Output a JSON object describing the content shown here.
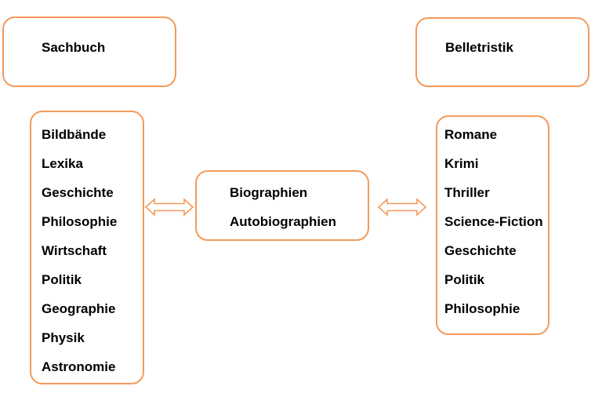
{
  "colors": {
    "border": "#f39a5b",
    "text": "#000000",
    "background": "#ffffff"
  },
  "sachbuch": {
    "title": "Sachbuch",
    "items": [
      "Bildbände",
      "Lexika",
      "Geschichte",
      "Philosophie",
      "Wirtschaft",
      "Politik",
      "Geographie",
      "Physik",
      "Astronomie"
    ]
  },
  "belletristik": {
    "title": "Belletristik",
    "items": [
      "Romane",
      "Krimi",
      "Thriller",
      "Science-Fiction",
      "Geschichte",
      "Politik",
      "Philosophie"
    ]
  },
  "center": {
    "items": [
      "Biographien",
      "Autobiographien"
    ]
  },
  "connectors": [
    {
      "from": "sachbuch-list",
      "to": "center-box",
      "type": "double-arrow"
    },
    {
      "from": "center-box",
      "to": "belletristik-list",
      "type": "double-arrow"
    }
  ]
}
